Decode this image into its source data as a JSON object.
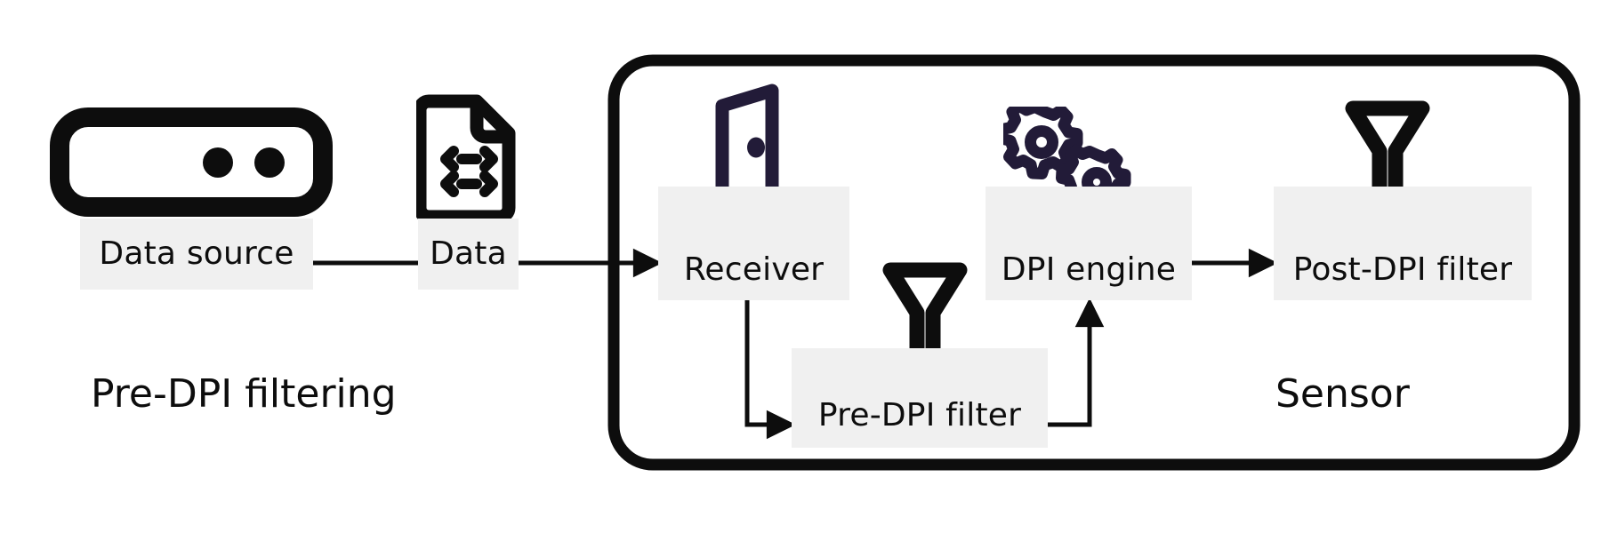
{
  "diagram": {
    "title_hidden": "",
    "colors": {
      "background": "#ffffff",
      "stroke_black": "#0d0d0d",
      "accent_purple": "#221b38",
      "label_band": "#f0f0f0",
      "text": "#0d0d0d"
    },
    "groups": [
      {
        "id": "pre-dpi-filtering",
        "label": "Pre-DPI filtering",
        "bordered": false
      },
      {
        "id": "sensor",
        "label": "Sensor",
        "bordered": true
      }
    ],
    "nodes": [
      {
        "id": "data-source",
        "label": "Data source",
        "icon": "server-icon",
        "icon_color": "#0d0d0d",
        "group": "pre-dpi-filtering"
      },
      {
        "id": "data",
        "label": "Data",
        "icon": "data-file-icon",
        "icon_color": "#0d0d0d",
        "group": "pre-dpi-filtering"
      },
      {
        "id": "receiver",
        "label": "Receiver",
        "icon": "open-door-icon",
        "icon_color": "#221b38",
        "group": "sensor"
      },
      {
        "id": "pre-dpi-filter",
        "label": "Pre-DPI filter",
        "icon": "funnel-icon",
        "icon_color": "#0d0d0d",
        "group": "sensor"
      },
      {
        "id": "dpi-engine",
        "label": "DPI engine",
        "icon": "gears-icon",
        "icon_color": "#221b38",
        "group": "sensor"
      },
      {
        "id": "post-dpi-filter",
        "label": "Post-DPI filter",
        "icon": "funnel-icon",
        "icon_color": "#0d0d0d",
        "group": "sensor"
      }
    ],
    "edges": [
      {
        "id": "e1",
        "from": "data-source",
        "to": "data",
        "style": "line",
        "arrow": false
      },
      {
        "id": "e2",
        "from": "data",
        "to": "receiver",
        "style": "line",
        "arrow": true
      },
      {
        "id": "e3",
        "from": "receiver",
        "to": "pre-dpi-filter",
        "style": "elbow-down-right",
        "arrow": true
      },
      {
        "id": "e4",
        "from": "pre-dpi-filter",
        "to": "dpi-engine",
        "style": "elbow-right-up",
        "arrow": true
      },
      {
        "id": "e5",
        "from": "dpi-engine",
        "to": "post-dpi-filter",
        "style": "line",
        "arrow": true
      }
    ]
  }
}
